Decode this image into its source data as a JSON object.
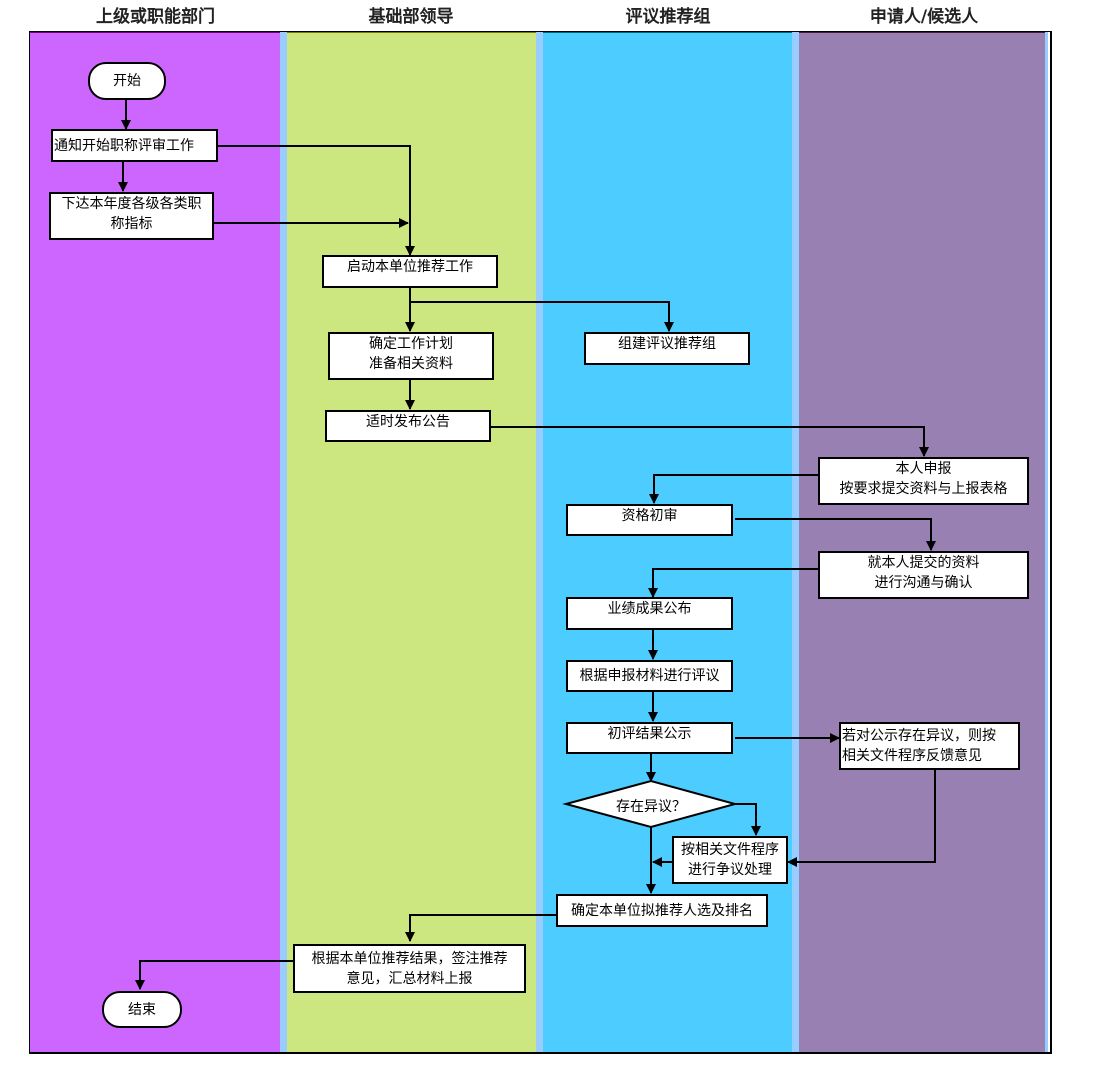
{
  "lanes": [
    {
      "title": "上级或职能部门",
      "color": "#cc66ff",
      "top_border": "#7a007a"
    },
    {
      "title": "基础部领导",
      "color": "#cce680",
      "top_border": "#7a7a00"
    },
    {
      "title": "评议推荐组",
      "color": "#4dccff",
      "top_border": "#006a7a"
    },
    {
      "title": "申请人/候选人",
      "color": "#9980b3",
      "top_border": "#4a1a3a"
    }
  ],
  "separator_color": "#99ccff",
  "nodes": {
    "start": "开始",
    "notify": "通知开始职称评审工作",
    "quota": "下达本年度各级各类职\n称指标",
    "launch": "启动本单位推荐工作",
    "plan": "确定工作计划\n准备相关资料",
    "form_group": "组建评议推荐组",
    "announce": "适时发布公告",
    "apply": "本人申报\n按要求提交资料与上报表格",
    "qual_review": "资格初审",
    "confirm": "就本人提交的资料\n进行沟通与确认",
    "publish_results": "业绩成果公布",
    "evaluate": "根据申报材料进行评议",
    "prelim_publicity": "初评结果公示",
    "objection_feedback": "若对公示存在异议，则按\n相关文件程序反馈意见",
    "decision": "存在异议？",
    "dispute": "按相关文件程序\n进行争议处理",
    "ranking": "确定本单位拟推荐人选及排名",
    "sign_report": "根据本单位推荐结果，签注推荐\n意见，汇总材料上报",
    "end": "结束"
  }
}
